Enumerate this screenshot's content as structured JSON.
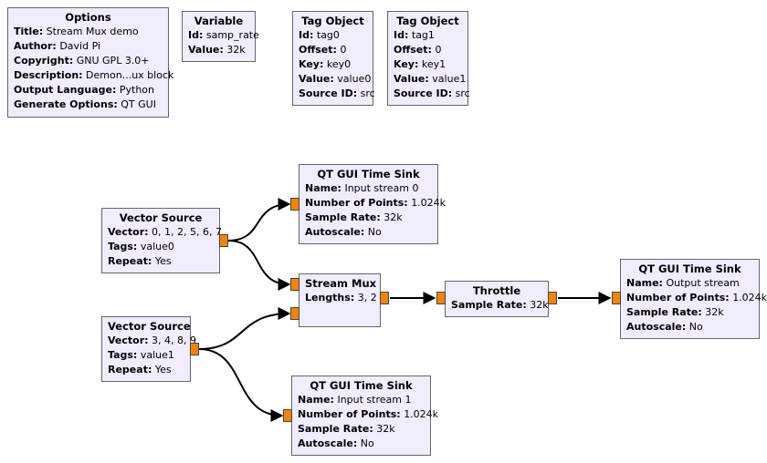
{
  "blocks": {
    "options": {
      "title": "Options",
      "params": [
        {
          "key": "Title:",
          "value": "Stream Mux demo"
        },
        {
          "key": "Author:",
          "value": "David Pi"
        },
        {
          "key": "Copyright:",
          "value": "GNU GPL 3.0+"
        },
        {
          "key": "Description:",
          "value": "Demon...ux block"
        },
        {
          "key": "Output Language:",
          "value": "Python"
        },
        {
          "key": "Generate Options:",
          "value": "QT GUI"
        }
      ]
    },
    "variable": {
      "title": "Variable",
      "params": [
        {
          "key": "Id:",
          "value": "samp_rate"
        },
        {
          "key": "Value:",
          "value": "32k"
        }
      ]
    },
    "tag0": {
      "title": "Tag Object",
      "params": [
        {
          "key": "Id:",
          "value": "tag0"
        },
        {
          "key": "Offset:",
          "value": "0"
        },
        {
          "key": "Key:",
          "value": "key0"
        },
        {
          "key": "Value:",
          "value": "value0"
        },
        {
          "key": "Source ID:",
          "value": "src"
        }
      ]
    },
    "tag1": {
      "title": "Tag Object",
      "params": [
        {
          "key": "Id:",
          "value": "tag1"
        },
        {
          "key": "Offset:",
          "value": "0"
        },
        {
          "key": "Key:",
          "value": "key1"
        },
        {
          "key": "Value:",
          "value": "value1"
        },
        {
          "key": "Source ID:",
          "value": "src"
        }
      ]
    },
    "vsrc0": {
      "title": "Vector Source",
      "params": [
        {
          "key": "Vector:",
          "value": "0, 1, 2, 5, 6, 7"
        },
        {
          "key": "Tags:",
          "value": "value0"
        },
        {
          "key": "Repeat:",
          "value": "Yes"
        }
      ]
    },
    "vsrc1": {
      "title": "Vector Source",
      "params": [
        {
          "key": "Vector:",
          "value": "3, 4, 8, 9"
        },
        {
          "key": "Tags:",
          "value": "value1"
        },
        {
          "key": "Repeat:",
          "value": "Yes"
        }
      ]
    },
    "sink0": {
      "title": "QT GUI Time Sink",
      "params": [
        {
          "key": "Name:",
          "value": "Input stream 0"
        },
        {
          "key": "Number of Points:",
          "value": "1.024k"
        },
        {
          "key": "Sample Rate:",
          "value": "32k"
        },
        {
          "key": "Autoscale:",
          "value": "No"
        }
      ]
    },
    "mux": {
      "title": "Stream Mux",
      "params": [
        {
          "key": "Lengths:",
          "value": "3, 2"
        }
      ]
    },
    "throttle": {
      "title": "Throttle",
      "params": [
        {
          "key": "Sample Rate:",
          "value": "32k"
        }
      ]
    },
    "sink_out": {
      "title": "QT GUI Time Sink",
      "params": [
        {
          "key": "Name:",
          "value": "Output stream"
        },
        {
          "key": "Number of Points:",
          "value": "1.024k"
        },
        {
          "key": "Sample Rate:",
          "value": "32k"
        },
        {
          "key": "Autoscale:",
          "value": "No"
        }
      ]
    },
    "sink1": {
      "title": "QT GUI Time Sink",
      "params": [
        {
          "key": "Name:",
          "value": "Input stream 1"
        },
        {
          "key": "Number of Points:",
          "value": "1.024k"
        },
        {
          "key": "Sample Rate:",
          "value": "32k"
        },
        {
          "key": "Autoscale:",
          "value": "No"
        }
      ]
    }
  },
  "colors": {
    "block_fill": "#f1ecff",
    "block_border": "#666666",
    "port_fill": "#f08410",
    "wire": "#000000"
  }
}
